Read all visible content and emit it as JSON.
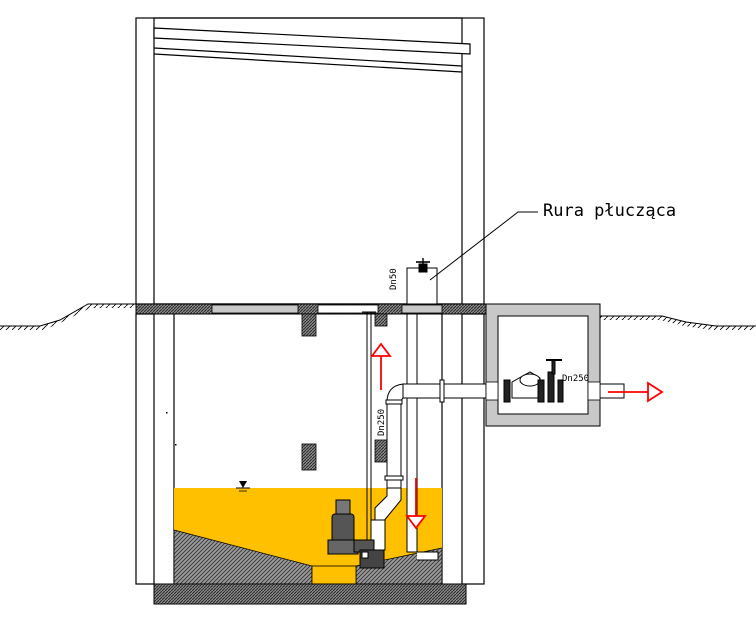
{
  "colors": {
    "wastewater": "#FFC000",
    "flow_arrow": "#FF0000",
    "concrete_hatch": "#555555",
    "outline": "#000000"
  },
  "labels": {
    "flush_pipe": "Rura płucząca",
    "dn_flush": "Dn50",
    "dn_riser": "Dn250",
    "dn_outlet": "Dn250"
  }
}
